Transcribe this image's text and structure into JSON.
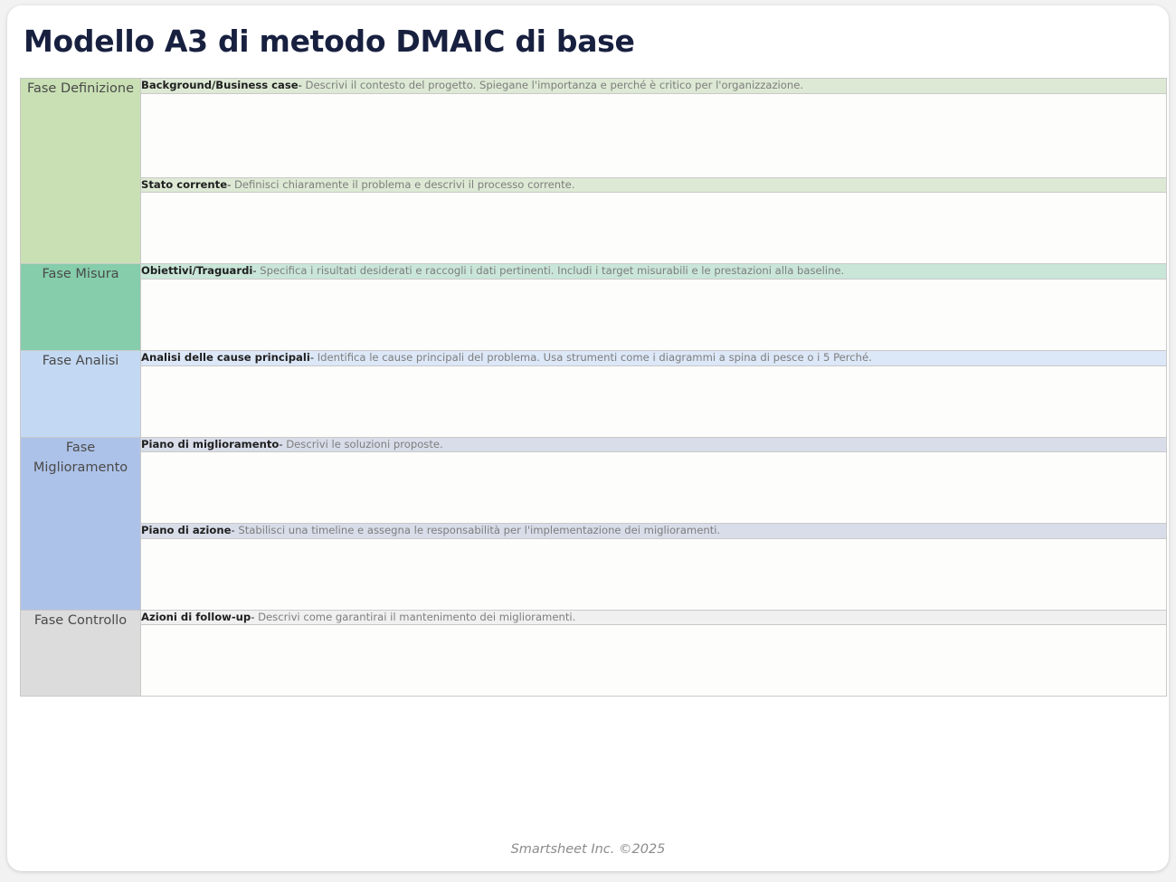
{
  "document": {
    "title": "Modello A3 di metodo DMAIC di base",
    "footer": "Smartsheet Inc. ©2025"
  },
  "colors": {
    "title": "#18203f",
    "phase_define": "#c9e0b4",
    "phase_measure": "#85cdab",
    "phase_analyze": "#c3d8f2",
    "phase_improve": "#adc2e8",
    "phase_control": "#dcdcdc",
    "header_define": "#dde9d4",
    "header_measure": "#c9e6d8",
    "header_analyze": "#dce7f7",
    "header_improve": "#d8dde9",
    "header_control": "#f0f0f0",
    "entry_background": "#fdfdfb",
    "grid_line": "#c9c9c9",
    "page_background": "#f2f2f2"
  },
  "phases": [
    {
      "label": "Fase Definizione",
      "sections": [
        {
          "title": "Background/Business case",
          "separator": "-",
          "description": "Descrivi il contesto del progetto. Spiegane l'importanza e perché è critico per l'organizzazione.",
          "entry_value": ""
        },
        {
          "title": "Stato corrente",
          "separator": "-",
          "description": "Definisci chiaramente il problema e descrivi il processo corrente.",
          "entry_value": ""
        }
      ]
    },
    {
      "label": "Fase Misura",
      "sections": [
        {
          "title": "Obiettivi/Traguardi",
          "separator": "-",
          "description": "Specifica i risultati desiderati e raccogli i dati pertinenti. Includi i target misurabili e le prestazioni alla baseline.",
          "entry_value": ""
        }
      ]
    },
    {
      "label": "Fase Analisi",
      "sections": [
        {
          "title": "Analisi delle cause principali",
          "separator": "-",
          "description": "Identifica le cause principali del problema. Usa strumenti come i diagrammi a spina di pesce o i 5 Perché.",
          "entry_value": ""
        }
      ]
    },
    {
      "label": "Fase Miglioramento",
      "sections": [
        {
          "title": "Piano di miglioramento",
          "separator": "-",
          "description": "Descrivi le soluzioni proposte.",
          "entry_value": ""
        },
        {
          "title": "Piano di azione",
          "separator": "-",
          "description": "Stabilisci una timeline e assegna le responsabilità per l'implementazione dei miglioramenti.",
          "entry_value": ""
        }
      ]
    },
    {
      "label": "Fase Controllo",
      "sections": [
        {
          "title": "Azioni di follow-up",
          "separator": "-",
          "description": "Descrivi come garantirai il mantenimento dei miglioramenti.",
          "entry_value": ""
        }
      ]
    }
  ]
}
